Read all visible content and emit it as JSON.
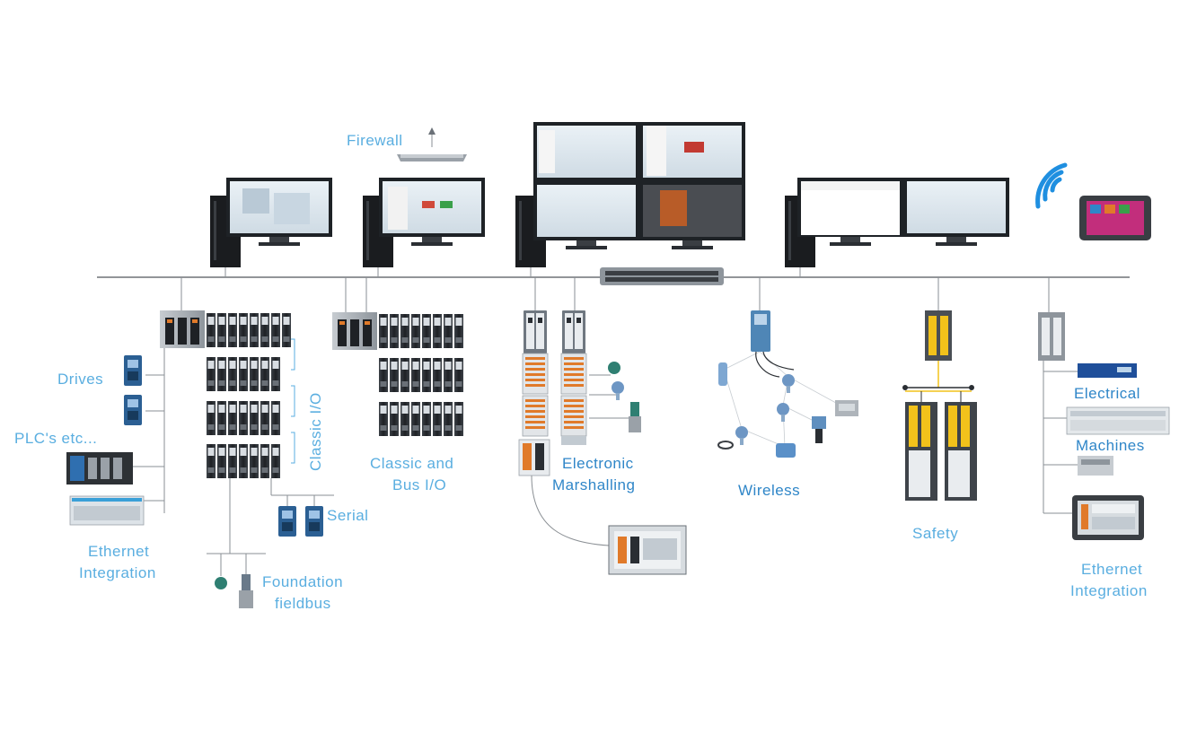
{
  "labels": {
    "firewall": "Firewall",
    "drives": "Drives",
    "plcs": "PLC's etc...",
    "ethernet_integration_left_1": "Ethernet",
    "ethernet_integration_left_2": "Integration",
    "classic_io": "Classic I/O",
    "serial": "Serial",
    "foundation_1": "Foundation",
    "foundation_2": "fieldbus",
    "classic_bus_1": "Classic and",
    "classic_bus_2": "Bus I/O",
    "electronic_1": "Electronic",
    "electronic_2": "Marshalling",
    "wireless": "Wireless",
    "safety": "Safety",
    "electrical": "Electrical",
    "machines": "Machines",
    "ethernet_integration_right_1": "Ethernet",
    "ethernet_integration_right_2": "Integration"
  },
  "colors": {
    "label": "#5aaee0",
    "label_bold": "#2f86c8",
    "safety_yellow": "#f2c21b",
    "io_orange": "#e07a2a",
    "tower": "#1c1f23",
    "module": "#2a2e33",
    "wifi": "#1f8fe0"
  }
}
